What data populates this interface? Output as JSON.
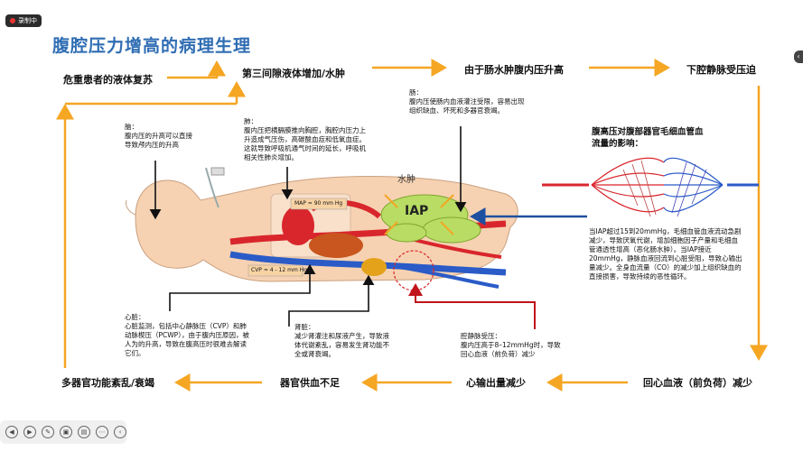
{
  "recorder": {
    "label": "录制中"
  },
  "title": "腹腔压力增高的病理生理",
  "flow_top": {
    "box1": "危重患者的液体复苏",
    "box2": "第三间隙液体增加/水肿",
    "box3": "由于肠水肿腹内压升高",
    "box4": "下腔静脉受压迫"
  },
  "flow_bottom": {
    "box1": "多器官功能紊乱/衰竭",
    "box2": "器官供血不足",
    "box3": "心输出量减少",
    "box4": "回心血液（前负荷）减少"
  },
  "notes": {
    "brain_title": "脑：",
    "brain_text": "腹内压的升高可以直接导致颅内压的升高",
    "lung_title": "肺：",
    "lung_text": "腹内压把横膈膜推向胸腔，胸腔内压力上升造成气压伤，高碳酸血症和低氧血症。这就导致呼吸机通气时间的延长，呼吸机相关性肺炎增加。",
    "gut_title": "肠：",
    "gut_text": "腹内压使肠内血液灌注受限，容易出现组织缺血、坏死和多器官衰竭。",
    "capillary_title": "腹高压对腹部器官毛细血管血流量的影响：",
    "capillary_text": "当IAP超过15到20mmHg，毛细血管血液流动急剧减少，导致厌氧代谢，增加细胞因子产量和毛细血管通透性增高（恶化肠水肿）。当IAP接近20mmHg，静脉血液回流到心脏受阻，导致心输出量减少。全身血流量（CO）的减少加上组织缺血的直接损害，导致持续的恶性循环。",
    "heart_title": "心脏：",
    "heart_text": "心脏监测，包括中心静脉压（CVP）和肺动脉楔压（PCWP），由于腹内压原因，被人为的升高，导致在腹高压时很难去解读它们。",
    "kidney_title": "肾脏：",
    "kidney_text": "减少肾灌注和尿液产生，导致液体代谢紊乱，容易发生肾功能不全或肾衰竭。",
    "ivc_title": "腔静脉受压：",
    "ivc_text": "腹内压高于8–12mmHg时，导致回心血液（前负荷）减少"
  },
  "figure": {
    "map_label": "MAP ≈ 90 mm Hg",
    "cvp_label": "CVP ≈ 4 - 12 mm Hg",
    "edema_label": "水肿",
    "iap_label": "IAP"
  },
  "colors": {
    "title": "#2f6db3",
    "flow_arrow": "#f5a623",
    "down_arrow": "#111111",
    "ivc_arrow": "#1f4fa0",
    "artery": "#d9262c",
    "vein": "#2a5bc7"
  },
  "icons": [
    "play-icon",
    "pause-icon",
    "pen-icon",
    "screenshot-icon",
    "camera-icon",
    "more-icon",
    "collapse-icon"
  ]
}
